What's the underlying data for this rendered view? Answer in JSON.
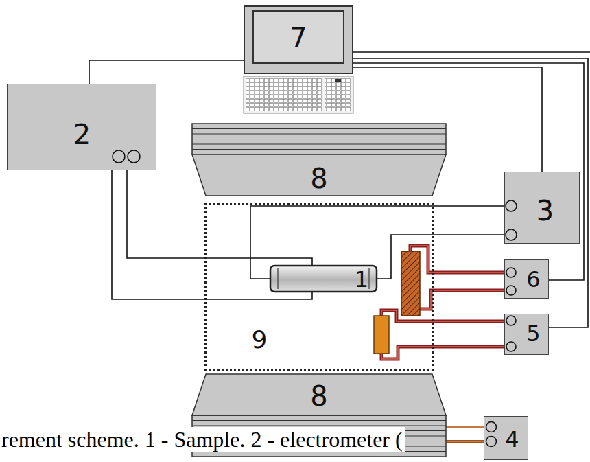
{
  "diagram": {
    "caption": "rement scheme. 1 - Sample. 2 - electrometer (",
    "nodes": [
      {
        "text": [
          "7"
        ]
      },
      {
        "text": [
          "2"
        ]
      },
      {
        "text": [
          "8"
        ]
      },
      {
        "text": [
          "3"
        ]
      },
      {
        "text": [
          "9"
        ]
      },
      {
        "text": [
          "1"
        ],
        "in": 4
      },
      {
        "text": [
          "6"
        ]
      },
      {
        "text": [
          "5"
        ]
      },
      {
        "text": [
          "8"
        ]
      },
      {
        "text": [
          "4"
        ]
      }
    ],
    "edges": [
      {
        "from": 0,
        "to": 1,
        "arrow": "none"
      },
      {
        "from": 0,
        "to": 3,
        "arrow": "none"
      },
      {
        "from": 0,
        "to": 6,
        "arrow": "none"
      },
      {
        "from": 0,
        "to": 7,
        "arrow": "none"
      },
      {
        "from": 1,
        "to": 5,
        "arrow": "none"
      },
      {
        "from": 1,
        "to": 5,
        "arrow": "none"
      },
      {
        "from": 3,
        "to": 5,
        "arrow": "none"
      },
      {
        "from": 3,
        "to": 5,
        "arrow": "none"
      },
      {
        "from": 9,
        "to": 8,
        "arrow": "none"
      }
    ]
  }
}
